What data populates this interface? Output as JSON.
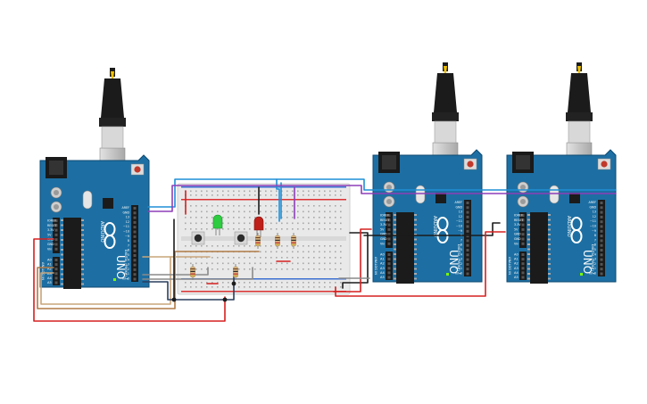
{
  "boards": [
    {
      "id": "arduino-left",
      "logo_text": "UNO",
      "brand_text": "ARDUINO",
      "power_labels": [
        "IOREF",
        "RESET",
        "3.3V",
        "5V",
        "GND",
        "GND",
        "Vin"
      ],
      "analog_title": "ANALOG IN",
      "analog_labels": [
        "A0",
        "A1",
        "A2",
        "A3",
        "A4",
        "A5"
      ],
      "digital_title": "DIGITAL (PWM~)",
      "digital_labels": [
        "AREF",
        "GND",
        "13",
        "12",
        "~11",
        "~10",
        "~9",
        "8",
        "7",
        "~6",
        "~5",
        "4",
        "~3",
        "2",
        "TX▸1",
        "RX◂0"
      ]
    },
    {
      "id": "arduino-middle",
      "logo_text": "UNO",
      "brand_text": "ARDUINO",
      "power_labels": [
        "IOREF",
        "RESET",
        "3.3V",
        "5V",
        "GND",
        "GND",
        "Vin"
      ],
      "analog_title": "ANALOG IN",
      "analog_labels": [
        "A0",
        "A1",
        "A2",
        "A3",
        "A4",
        "A5"
      ],
      "digital_title": "DIGITAL (PWM~)",
      "digital_labels": [
        "AREF",
        "GND",
        "13",
        "12",
        "~11",
        "~10",
        "~9",
        "8",
        "7",
        "~6",
        "~5",
        "4",
        "~3",
        "2",
        "TX▸1",
        "RX◂0"
      ]
    },
    {
      "id": "arduino-right",
      "logo_text": "UNO",
      "brand_text": "ARDUINO",
      "power_labels": [
        "IOREF",
        "RESET",
        "3.3V",
        "5V",
        "GND",
        "GND",
        "Vin"
      ],
      "analog_title": "ANALOG IN",
      "analog_labels": [
        "A0",
        "A1",
        "A2",
        "A3",
        "A4",
        "A5"
      ],
      "digital_title": "DIGITAL (PWM~)",
      "digital_labels": [
        "AREF",
        "GND",
        "13",
        "12",
        "~11",
        "~10",
        "~9",
        "8",
        "7",
        "~6",
        "~5",
        "4",
        "~3",
        "2",
        "TX▸1",
        "RX◂0"
      ]
    }
  ],
  "components": {
    "breadboard": "breadboard",
    "leds": [
      {
        "color_name": "green",
        "color": "#2ecc40"
      },
      {
        "color_name": "red",
        "color": "#c0201a"
      }
    ],
    "pushbuttons": 2,
    "resistors": 5
  },
  "wire_colors": {
    "blue": "#1f8fd6",
    "purple": "#8e3fb8",
    "red": "#d62020",
    "black": "#1b1b1b",
    "brown": "#b07a45",
    "tan": "#c9a57a",
    "navy": "#2a3f5f",
    "grey": "#888888"
  },
  "colors": {
    "board_blue": "#1d6fa3",
    "board_edge": "#0e4a72",
    "breadboard": "#e9e9e9",
    "usb_grey": "#c8c8c8"
  }
}
